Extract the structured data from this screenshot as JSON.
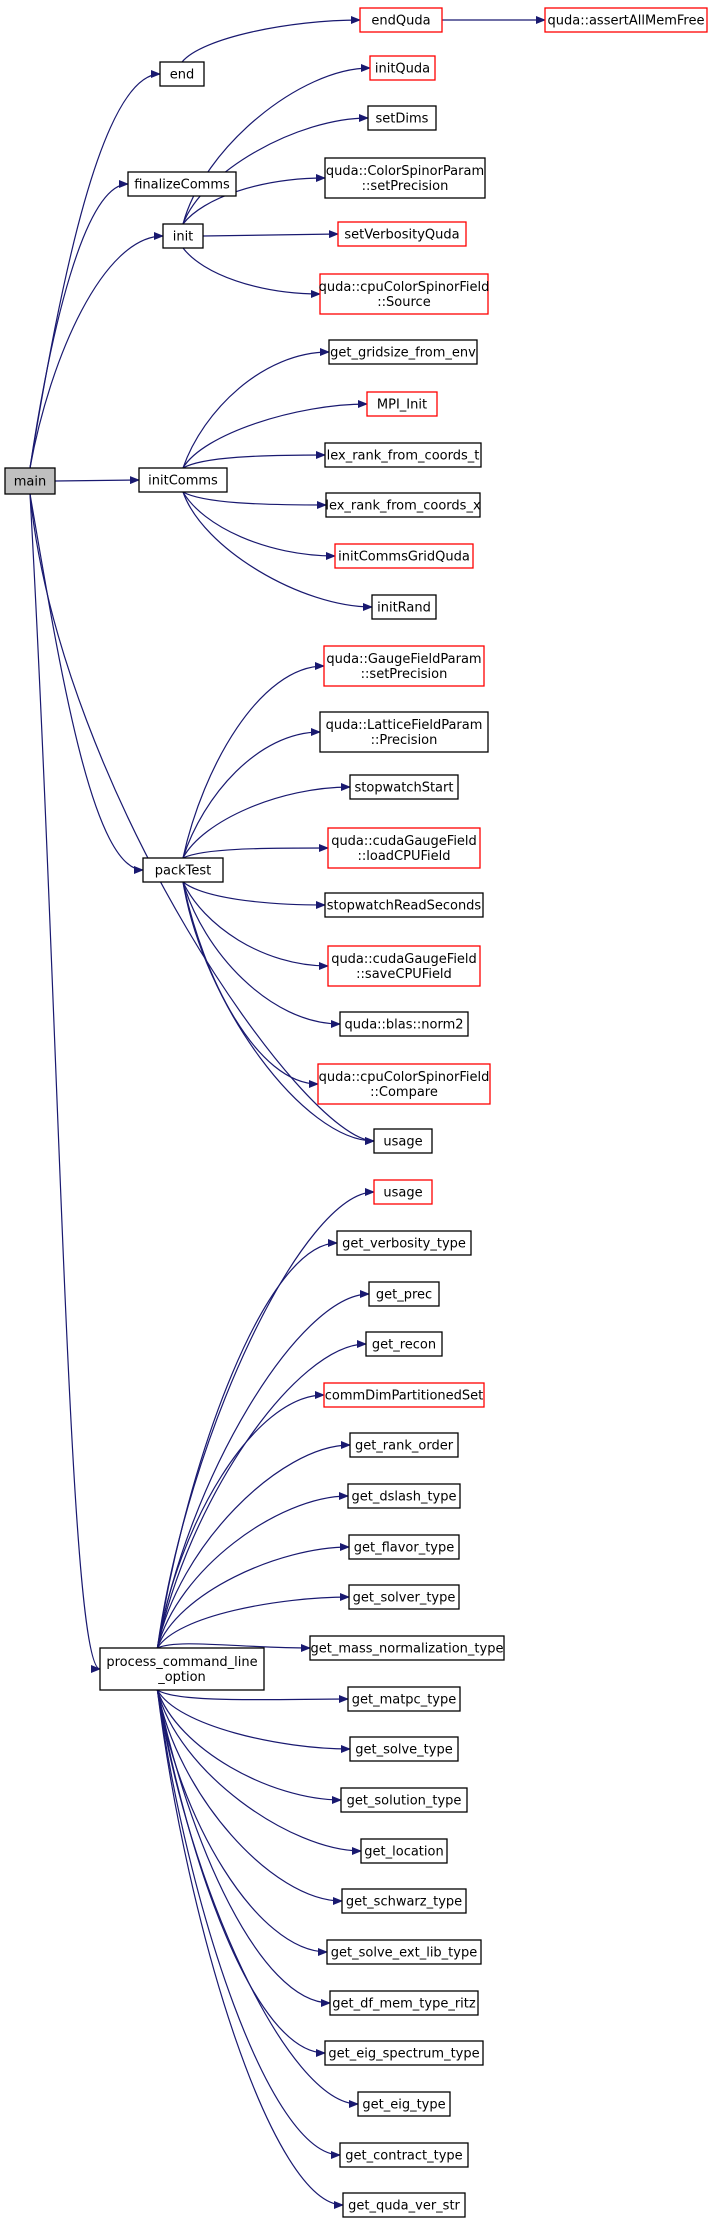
{
  "colors": {
    "edge": "#191970",
    "node_border": "#000000",
    "undocumented_border": "#ff0000",
    "root_fill": "#bfbfbf",
    "node_fill": "#ffffff"
  },
  "nodes": [
    {
      "id": "main",
      "lines": [
        "main"
      ],
      "kind": "root"
    },
    {
      "id": "end",
      "lines": [
        "end"
      ],
      "kind": "normal"
    },
    {
      "id": "finalizeComms",
      "lines": [
        "finalizeComms"
      ],
      "kind": "normal"
    },
    {
      "id": "init",
      "lines": [
        "init"
      ],
      "kind": "normal"
    },
    {
      "id": "initComms",
      "lines": [
        "initComms"
      ],
      "kind": "normal"
    },
    {
      "id": "packTest",
      "lines": [
        "packTest"
      ],
      "kind": "normal"
    },
    {
      "id": "pclo",
      "lines": [
        "process_command_line",
        "_option"
      ],
      "kind": "normal"
    },
    {
      "id": "endQuda",
      "lines": [
        "endQuda"
      ],
      "kind": "red"
    },
    {
      "id": "assertAllMemFree",
      "lines": [
        "quda::assertAllMemFree"
      ],
      "kind": "red"
    },
    {
      "id": "initQuda",
      "lines": [
        "initQuda"
      ],
      "kind": "red"
    },
    {
      "id": "setDims",
      "lines": [
        "setDims"
      ],
      "kind": "normal"
    },
    {
      "id": "csp_setPrecision",
      "lines": [
        "quda::ColorSpinorParam",
        "::setPrecision"
      ],
      "kind": "normal"
    },
    {
      "id": "setVerbosityQuda",
      "lines": [
        "setVerbosityQuda"
      ],
      "kind": "red"
    },
    {
      "id": "cpuCSF_Source",
      "lines": [
        "quda::cpuColorSpinorField",
        "::Source"
      ],
      "kind": "red"
    },
    {
      "id": "get_gridsize_from_env",
      "lines": [
        "get_gridsize_from_env"
      ],
      "kind": "normal"
    },
    {
      "id": "MPI_Init",
      "lines": [
        "MPI_Init"
      ],
      "kind": "red"
    },
    {
      "id": "lex_t",
      "lines": [
        "lex_rank_from_coords_t"
      ],
      "kind": "normal"
    },
    {
      "id": "lex_x",
      "lines": [
        "lex_rank_from_coords_x"
      ],
      "kind": "normal"
    },
    {
      "id": "initCommsGridQuda",
      "lines": [
        "initCommsGridQuda"
      ],
      "kind": "red"
    },
    {
      "id": "initRand",
      "lines": [
        "initRand"
      ],
      "kind": "normal"
    },
    {
      "id": "gfp_setPrecision",
      "lines": [
        "quda::GaugeFieldParam",
        "::setPrecision"
      ],
      "kind": "red"
    },
    {
      "id": "lfp_Precision",
      "lines": [
        "quda::LatticeFieldParam",
        "::Precision"
      ],
      "kind": "normal"
    },
    {
      "id": "stopwatchStart",
      "lines": [
        "stopwatchStart"
      ],
      "kind": "normal"
    },
    {
      "id": "cgf_load",
      "lines": [
        "quda::cudaGaugeField",
        "::loadCPUField"
      ],
      "kind": "red"
    },
    {
      "id": "stopwatchReadSeconds",
      "lines": [
        "stopwatchReadSeconds"
      ],
      "kind": "normal"
    },
    {
      "id": "cgf_save",
      "lines": [
        "quda::cudaGaugeField",
        "::saveCPUField"
      ],
      "kind": "red"
    },
    {
      "id": "blas_norm2",
      "lines": [
        "quda::blas::norm2"
      ],
      "kind": "normal"
    },
    {
      "id": "cpuCSF_Compare",
      "lines": [
        "quda::cpuColorSpinorField",
        "::Compare"
      ],
      "kind": "red"
    },
    {
      "id": "usage1",
      "lines": [
        "usage"
      ],
      "kind": "normal"
    },
    {
      "id": "usage2",
      "lines": [
        "usage"
      ],
      "kind": "red"
    },
    {
      "id": "get_verbosity_type",
      "lines": [
        "get_verbosity_type"
      ],
      "kind": "normal"
    },
    {
      "id": "get_prec",
      "lines": [
        "get_prec"
      ],
      "kind": "normal"
    },
    {
      "id": "get_recon",
      "lines": [
        "get_recon"
      ],
      "kind": "normal"
    },
    {
      "id": "commDimPartitionedSet",
      "lines": [
        "commDimPartitionedSet"
      ],
      "kind": "red"
    },
    {
      "id": "get_rank_order",
      "lines": [
        "get_rank_order"
      ],
      "kind": "normal"
    },
    {
      "id": "get_dslash_type",
      "lines": [
        "get_dslash_type"
      ],
      "kind": "normal"
    },
    {
      "id": "get_flavor_type",
      "lines": [
        "get_flavor_type"
      ],
      "kind": "normal"
    },
    {
      "id": "get_solver_type",
      "lines": [
        "get_solver_type"
      ],
      "kind": "normal"
    },
    {
      "id": "get_mass_normalization_type",
      "lines": [
        "get_mass_normalization_type"
      ],
      "kind": "normal"
    },
    {
      "id": "get_matpc_type",
      "lines": [
        "get_matpc_type"
      ],
      "kind": "normal"
    },
    {
      "id": "get_solve_type",
      "lines": [
        "get_solve_type"
      ],
      "kind": "normal"
    },
    {
      "id": "get_solution_type",
      "lines": [
        "get_solution_type"
      ],
      "kind": "normal"
    },
    {
      "id": "get_location",
      "lines": [
        "get_location"
      ],
      "kind": "normal"
    },
    {
      "id": "get_schwarz_type",
      "lines": [
        "get_schwarz_type"
      ],
      "kind": "normal"
    },
    {
      "id": "get_solve_ext_lib_type",
      "lines": [
        "get_solve_ext_lib_type"
      ],
      "kind": "normal"
    },
    {
      "id": "get_df_mem_type_ritz",
      "lines": [
        "get_df_mem_type_ritz"
      ],
      "kind": "normal"
    },
    {
      "id": "get_eig_spectrum_type",
      "lines": [
        "get_eig_spectrum_type"
      ],
      "kind": "normal"
    },
    {
      "id": "get_eig_type",
      "lines": [
        "get_eig_type"
      ],
      "kind": "normal"
    },
    {
      "id": "get_contract_type",
      "lines": [
        "get_contract_type"
      ],
      "kind": "normal"
    },
    {
      "id": "get_quda_ver_str",
      "lines": [
        "get_quda_ver_str"
      ],
      "kind": "normal"
    }
  ],
  "edges": [
    [
      "main",
      "end"
    ],
    [
      "main",
      "finalizeComms"
    ],
    [
      "main",
      "init"
    ],
    [
      "main",
      "initComms"
    ],
    [
      "main",
      "packTest"
    ],
    [
      "main",
      "usage1"
    ],
    [
      "main",
      "pclo"
    ],
    [
      "end",
      "endQuda"
    ],
    [
      "endQuda",
      "assertAllMemFree"
    ],
    [
      "init",
      "initQuda"
    ],
    [
      "init",
      "setDims"
    ],
    [
      "init",
      "csp_setPrecision"
    ],
    [
      "init",
      "setVerbosityQuda"
    ],
    [
      "init",
      "cpuCSF_Source"
    ],
    [
      "initComms",
      "get_gridsize_from_env"
    ],
    [
      "initComms",
      "MPI_Init"
    ],
    [
      "initComms",
      "lex_t"
    ],
    [
      "initComms",
      "lex_x"
    ],
    [
      "initComms",
      "initCommsGridQuda"
    ],
    [
      "initComms",
      "initRand"
    ],
    [
      "packTest",
      "gfp_setPrecision"
    ],
    [
      "packTest",
      "lfp_Precision"
    ],
    [
      "packTest",
      "stopwatchStart"
    ],
    [
      "packTest",
      "cgf_load"
    ],
    [
      "packTest",
      "stopwatchReadSeconds"
    ],
    [
      "packTest",
      "cgf_save"
    ],
    [
      "packTest",
      "blas_norm2"
    ],
    [
      "packTest",
      "cpuCSF_Compare"
    ],
    [
      "packTest",
      "usage1"
    ],
    [
      "pclo",
      "usage2"
    ],
    [
      "pclo",
      "get_verbosity_type"
    ],
    [
      "pclo",
      "get_prec"
    ],
    [
      "pclo",
      "get_recon"
    ],
    [
      "pclo",
      "commDimPartitionedSet"
    ],
    [
      "pclo",
      "get_rank_order"
    ],
    [
      "pclo",
      "get_dslash_type"
    ],
    [
      "pclo",
      "get_flavor_type"
    ],
    [
      "pclo",
      "get_solver_type"
    ],
    [
      "pclo",
      "get_mass_normalization_type"
    ],
    [
      "pclo",
      "get_matpc_type"
    ],
    [
      "pclo",
      "get_solve_type"
    ],
    [
      "pclo",
      "get_solution_type"
    ],
    [
      "pclo",
      "get_location"
    ],
    [
      "pclo",
      "get_schwarz_type"
    ],
    [
      "pclo",
      "get_solve_ext_lib_type"
    ],
    [
      "pclo",
      "get_df_mem_type_ritz"
    ],
    [
      "pclo",
      "get_eig_spectrum_type"
    ],
    [
      "pclo",
      "get_eig_type"
    ],
    [
      "pclo",
      "get_contract_type"
    ],
    [
      "pclo",
      "get_quda_ver_str"
    ]
  ]
}
